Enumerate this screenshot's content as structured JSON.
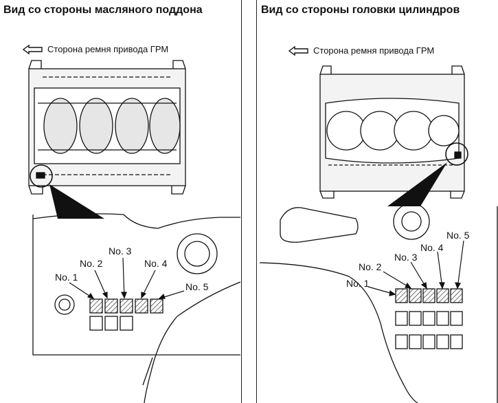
{
  "left": {
    "title": "Вид со стороны масляного поддона",
    "belt_side": "Сторона ремня привода ГРМ",
    "labels": [
      "No. 1",
      "No. 2",
      "No. 3",
      "No. 4",
      "No. 5"
    ]
  },
  "right": {
    "title": "Вид со стороны головки цилиндров",
    "belt_side": "Сторона ремня привода ГРМ",
    "labels": [
      "No. 1",
      "No. 2",
      "No. 3",
      "No. 4",
      "No. 5"
    ]
  },
  "icons": {
    "belt_arrow": "arrow-left-outline-icon"
  }
}
